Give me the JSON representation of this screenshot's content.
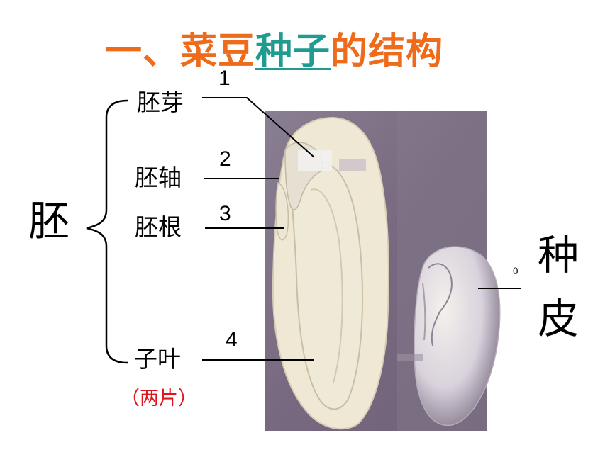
{
  "title": {
    "prefix": "一、菜豆",
    "highlight": "种子",
    "suffix": "的结构"
  },
  "embryo_label": "胚",
  "parts": [
    {
      "name": "胚芽",
      "number": "1"
    },
    {
      "name": "胚轴",
      "number": "2"
    },
    {
      "name": "胚根",
      "number": "3"
    },
    {
      "name": "子叶",
      "number": "4"
    }
  ],
  "cotyledon_note": "（两片）",
  "seed_coat": {
    "char1": "种",
    "char2": "皮",
    "number": "0"
  },
  "colors": {
    "title": "#ef6b1c",
    "highlight": "#1f9b8f",
    "note": "#e0141c",
    "photo_bg": "#7d7086",
    "seed": "#efe9d6"
  }
}
